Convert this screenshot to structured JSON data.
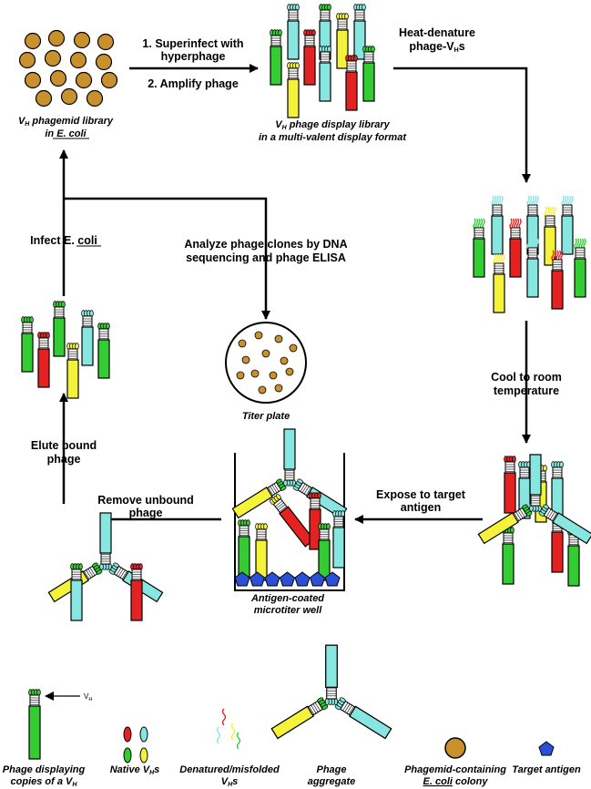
{
  "steps": {
    "superinfect_1": "1. Superinfect with",
    "superinfect_2": "hyperphage",
    "amplify": "2. Amplify phage",
    "heat_1": "Heat-denature",
    "heat_2": "phage-V",
    "heat_2_sub": "H",
    "heat_2_end": "s",
    "cool_1": "Cool to room",
    "cool_2": "temperature",
    "expose_1": "Expose to target",
    "expose_2": "antigen",
    "remove_1": "Remove unbound",
    "remove_2": "phage",
    "elute_1": "Elute bound",
    "elute_2": "phage",
    "infect": "Infect E. coli",
    "analyze_1": "Analyze phage clones by DNA",
    "analyze_2": "sequencing and phage ELISA"
  },
  "captions": {
    "library_1_a": "V",
    "library_1_sub": "H",
    "library_1_b": " phagemid library",
    "library_2": "in E. coli",
    "display_1_a": "V",
    "display_1_sub": "H",
    "display_1_b": " phage display library",
    "display_2": "in a multi-valent display format",
    "titer": "Titer plate",
    "well_1": "Antigen-coated",
    "well_2": "microtiter well"
  },
  "legend": {
    "vh_pointer": "V",
    "vh_pointer_sub": "H",
    "phage_1": "Phage displaying",
    "phage_2_a": "copies of a V",
    "phage_2_sub": "H",
    "native_a": "Native V",
    "native_sub": "H",
    "native_b": "s",
    "denatured_1": "Denatured/misfolded",
    "denatured_2_a": "V",
    "denatured_2_sub": "H",
    "denatured_2_b": "s",
    "aggregate_1": "Phage",
    "aggregate_2": "aggregate",
    "colony_1": "Phagemid-containing",
    "colony_2_a": "E. coli",
    "colony_2_b": " colony",
    "antigen": "Target antigen"
  },
  "colors": {
    "green": "#33cc33",
    "cyan": "#88e6e0",
    "yellow": "#f5f23a",
    "red": "#e52222",
    "colony": "#c8912e",
    "antigen": "#2b4fd6"
  }
}
